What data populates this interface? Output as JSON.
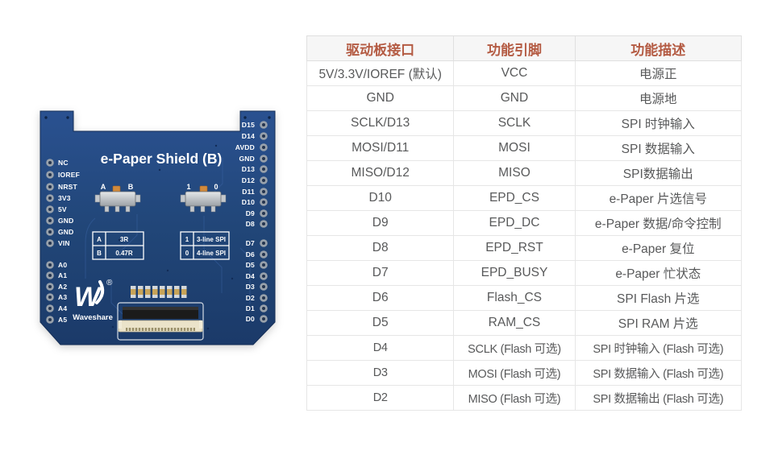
{
  "table": {
    "headers": [
      "驱动板接口",
      "功能引脚",
      "功能描述"
    ],
    "header_color": "#b45b43",
    "header_bg": "#f6f6f6",
    "rows": [
      [
        "5V/3.3V/IOREF (默认)",
        "VCC",
        "电源正"
      ],
      [
        "GND",
        "GND",
        "电源地"
      ],
      [
        "SCLK/D13",
        "SCLK",
        "SPI 时钟输入"
      ],
      [
        "MOSI/D11",
        "MOSI",
        "SPI 数据输入"
      ],
      [
        "MISO/D12",
        "MISO",
        "SPI数据输出"
      ],
      [
        "D10",
        "EPD_CS",
        "e-Paper 片选信号"
      ],
      [
        "D9",
        "EPD_DC",
        "e-Paper 数据/命令控制"
      ],
      [
        "D8",
        "EPD_RST",
        "e-Paper 复位"
      ],
      [
        "D7",
        "EPD_BUSY",
        "e-Paper 忙状态"
      ],
      [
        "D6",
        "Flash_CS",
        "SPI Flash 片选"
      ],
      [
        "D5",
        "RAM_CS",
        "SPI RAM 片选"
      ],
      [
        "D4",
        "SCLK (Flash 可选)",
        "SPI 时钟输入 (Flash 可选)"
      ],
      [
        "D3",
        "MOSI (Flash 可选)",
        "SPI 数据输入 (Flash 可选)"
      ],
      [
        "D2",
        "MISO (Flash 可选)",
        "SPI 数据输出 (Flash 可选)"
      ]
    ]
  },
  "board": {
    "title": "e-Paper Shield (B)",
    "brand": "Waveshare",
    "brand_w": "W",
    "brand_mark": "®",
    "pcb_color": "#1f4175",
    "left_pins": [
      "NC",
      "IOREF",
      "NRST",
      "3V3",
      "5V",
      "GND",
      "GND",
      "VIN",
      "A0",
      "A1",
      "A2",
      "A3",
      "A4",
      "A5"
    ],
    "right_pins": [
      "D15",
      "D14",
      "AVDD",
      "GND",
      "D13",
      "D12",
      "D11",
      "D10",
      "D9",
      "D8",
      "D7",
      "D6",
      "D5",
      "D4",
      "D3",
      "D2",
      "D1",
      "D0"
    ],
    "switch1": {
      "left_label": "A",
      "right_label": "B"
    },
    "switch2": {
      "left_label": "1",
      "right_label": "0"
    },
    "legend1": {
      "r1c1": "A",
      "r1c2": "3R",
      "r2c1": "B",
      "r2c2": "0.47R"
    },
    "legend2": {
      "r1c1": "1",
      "r1c2": "3-line SPI",
      "r2c1": "0",
      "r2c2": "4-line SPI"
    }
  }
}
